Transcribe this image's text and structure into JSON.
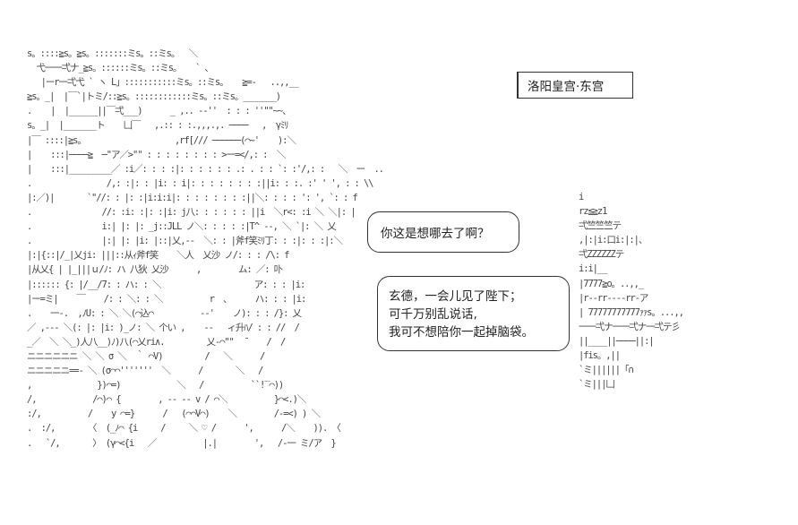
{
  "scene_title": "洛阳皇宫·东宫",
  "dialogue": {
    "speaker_a": "你这是想哪去了啊？",
    "speaker_b_lines": [
      "玄德，一会儿见了陛下；",
      "可千万别乱说话,",
      "我可不想陪你一起掉脑袋。"
    ]
  },
  "art_lines": [
    "s。::::≧s。≧s。:::::::ミs。::ミs。  ＼",
    "  弋一一弌ナ_≧s。::::::ミs。::ミs。   ` 、",
    "   |ーr一弌弋 ` ヽ L」:::::::::::ミs。::ミs。   ≧=-   ..,,__",
    "≧s。_|  |￣`|トミ/::≧s。::::::::::::ミs。::ミs。_______)",
    ".    |  |______||￣弌___)      _ ,.. -‐''  : : : ''\"\"~~、",
    "s。_|  |_______ト    凵￣   ,.:: : :.,,,.,. ────   ,  γﾐﾘ",
    "|￣ ::::|≧s。                   ,rf[/// ──────(⌒~'    ):＼",
    "|    :::|────≧  ─\"ア／>\"\" : : : : : : : : >ー=</,: :  ＼",
    "|    :::|_________／ :i／: : : :|: : : : : : .: . : : `: :'/,: :   ＼  ー  ..",
    ".                /,: :|: : |i: : i|: : : : : : : :||i: : :. :' ' ', : : \\\\",
    "|:／)|       `\"//: : |: :|i:i:i|: : : : : : : :||＼: : : : ': ', `: : f",
    ".               //: :i: :|: :|i: j八: : : : : : ||i  ＼r<: :i ＼ ＼|: |",
    ".               i:| |: |: _j::JLL ノ＼: : : : :|T^ ‐-, ＼ `|: ＼ 乂",
    ".               |:| |: |i: |::|乂,‐‐  ＼: : |斧f笑ﾐﾘ丁: : :|: : :|:＼",
    "|:|{::|/_|乂ji: |||::从ｨ斧f笑    ＼人  乂沙 ノ/: : : /\\: f",
    "|从乂{ | |_|||ｕ/ﾉ: ハ 八狄 乂沙      ,        ム: ／: 卟",
    "|:::::: {: |/__/7: : ハ: : ＼                    ア: : : |i:",
    "|ー=ミ|    ￣    /: : ＼: : ＼          r  ､      ハ: : : |i:",
    ".    一‐.  ,ﾉU: : ＼ ＼(⌒込⌒          -‐'    ノ): : : /}: 乂",
    "／ ,‐-‐ ＼(: |: |i: )_ノ: ＼ 个い ,    ‐‐   ィ升ﾊ/ : : //  /",
    "_／  ＼ ＼_)人八__)ﾉ)八(⌒乂ri∧.         乂‐⌒\"\"  ̄     /  /",
    "ニニニニニニ ＼ ＼ σ ＼  ｀ ⌒V)         /   ＼      /",
    "ニニニニニ==- ＼ (σ⌒⌒'''''''  ＼      /       ＼   /",
    ",              })⌒=)            ＼   /          ``!‾⌒))",
    "/,            /⌒)⌒ {        , ‐‐ ‐‐ v / ⌒＼          }⌒<.)＼",
    ":/,          /    y ⌒=}      /   (⌒⌒V⌒)    ＼        /‐=<) ) ＼",
    ".  :/,       〈  (_ﾉ⌒ {i     /     ＼ ♡ /      ',      /＼    )). 〈",
    ".   `/,       〉 (γ⌒<{i   ／          |.|        ',   /‐一 ミ/ア  }"
  ],
  "art_right_lines": [
    "i",
    "rz≦≧z1",
    "弌竺竺竺テ",
    ",|:|i:口i:|:|、",
    "弌ZZZZZZテ",
    "i:i|__",
    "|7777≧o。..,,_",
    "|r‐‐rr‐‐‐‐rr‐ア",
    "| 77777777777ｧｧs。...,,",
    "一一弌ナ一一弌ナ一弌テ彡",
    "||____||────||:|",
    "|fis。,||",
    "`ミ||||||「∩",
    "`ミ|||凵"
  ]
}
